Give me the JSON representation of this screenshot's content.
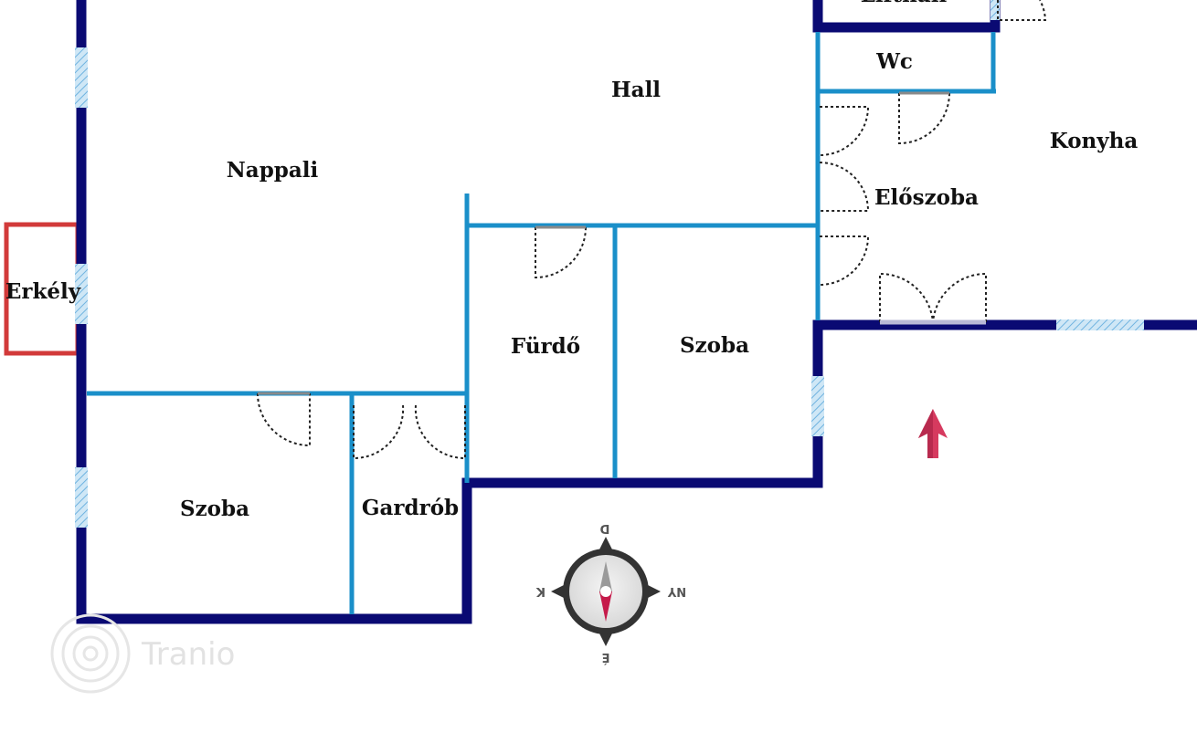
{
  "rooms": {
    "liftlobby": "Lifthall",
    "wc": "Wc",
    "hall": "Hall",
    "konyha": "Konyha",
    "nappali": "Nappali",
    "eloszoba": "Előszoba",
    "erkely": "Erkély",
    "furdo": "Fürdő",
    "szoba_middle": "Szoba",
    "szoba_left": "Szoba",
    "gardrob": "Gardrób"
  },
  "compass": {
    "north": "D",
    "south": "É",
    "west": "K",
    "east": "NY"
  },
  "watermark": "Tranio",
  "colors": {
    "outer_wall": "#0a0a73",
    "inner_wall": "#1a8fc9",
    "balcony": "#d23a3a",
    "window": "#a9d3ee",
    "entrance_arrow": "#d63a5f",
    "compass_needle": "#c51a4a"
  },
  "icons": {
    "entrance": "entrance-arrow-icon",
    "compass": "compass-rose-icon",
    "logo": "tranio-logo-icon"
  }
}
